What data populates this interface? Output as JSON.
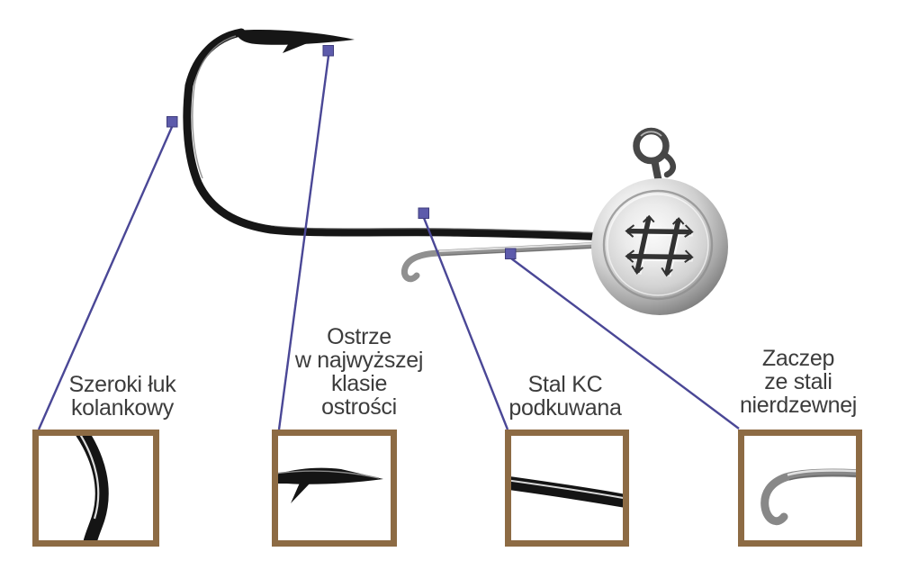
{
  "colors": {
    "background": "#ffffff",
    "callout_line": "#4a4796",
    "callout_marker": "#5d5bab",
    "callout_marker_border": "#3f3d7d",
    "box_border": "#8d6b44",
    "label_text": "#3c3c3c",
    "hook_dark": "#161616",
    "wire_silver": "#909090"
  },
  "callouts": [
    {
      "id": "bend",
      "lines": [
        "Szeroki łuk",
        "kolankowy"
      ]
    },
    {
      "id": "point",
      "lines": [
        "Ostrze",
        "w najwyższej",
        "klasie",
        "ostrości"
      ]
    },
    {
      "id": "shank",
      "lines": [
        "Stal KC",
        "podkuwana"
      ]
    },
    {
      "id": "keeper",
      "lines": [
        "Zaczep",
        "ze stali",
        "nierdzewnej"
      ]
    }
  ],
  "icons": {
    "brand_mark": "hash-logo-icon"
  }
}
